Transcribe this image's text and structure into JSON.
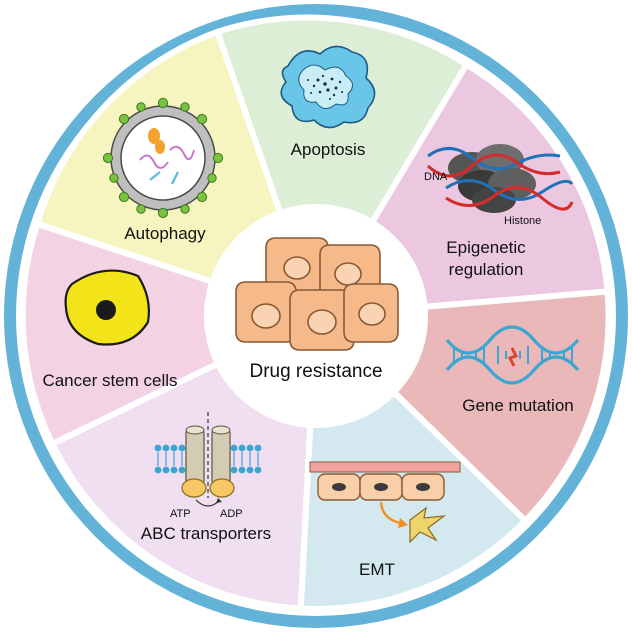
{
  "center": {
    "label": "Drug resistance"
  },
  "segments": [
    {
      "id": "apoptosis",
      "label": "Apoptosis",
      "color": "#dcefd6"
    },
    {
      "id": "epigenetic",
      "label_line1": "Epigenetic",
      "label_line2": "regulation",
      "dna_label": "DNA",
      "histone_label": "Histone",
      "color": "#ecc8e0"
    },
    {
      "id": "gene-mutation",
      "label": "Gene mutation",
      "color": "#eab8b8"
    },
    {
      "id": "emt",
      "label": "EMT",
      "color": "#d3e9ef"
    },
    {
      "id": "abc",
      "label": "ABC transporters",
      "atp_label": "ATP",
      "adp_label": "ADP",
      "color": "#efdff0"
    },
    {
      "id": "cancer-stem",
      "label": "Cancer stem cells",
      "color": "#f3d3e3"
    },
    {
      "id": "autophagy",
      "label": "Autophagy",
      "color": "#f6f4bf"
    }
  ],
  "colors": {
    "ring": "#63b3d8",
    "divider": "#ffffff",
    "cell_fill": "#f5b98a",
    "cell_stroke": "#8a5a34"
  }
}
